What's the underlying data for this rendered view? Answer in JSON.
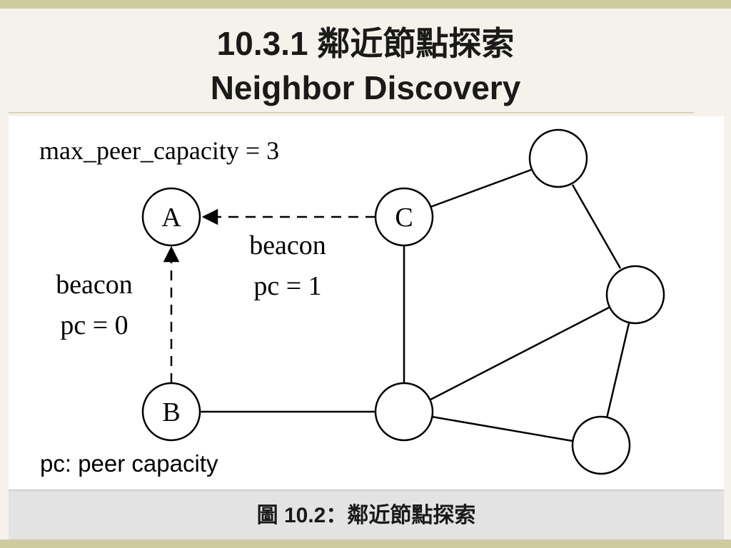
{
  "slide": {
    "title_line1": "10.3.1  鄰近節點探索",
    "title_line2": "Neighbor Discovery"
  },
  "diagram": {
    "max_capacity_label": "max_peer_capacity = 3",
    "nodes": [
      {
        "id": "A",
        "label": "A"
      },
      {
        "id": "B",
        "label": "B"
      },
      {
        "id": "C",
        "label": "C"
      },
      {
        "id": "D",
        "label": ""
      },
      {
        "id": "E",
        "label": ""
      },
      {
        "id": "F",
        "label": ""
      },
      {
        "id": "G",
        "label": ""
      }
    ],
    "edges": [
      {
        "from": "B",
        "to": "D",
        "style": "solid"
      },
      {
        "from": "C",
        "to": "D",
        "style": "solid"
      },
      {
        "from": "C",
        "to": "E",
        "style": "solid"
      },
      {
        "from": "E",
        "to": "F",
        "style": "solid"
      },
      {
        "from": "D",
        "to": "F",
        "style": "solid"
      },
      {
        "from": "F",
        "to": "G",
        "style": "solid"
      },
      {
        "from": "D",
        "to": "G",
        "style": "solid"
      },
      {
        "from": "C",
        "to": "A",
        "style": "dashed-arrow"
      },
      {
        "from": "B",
        "to": "A",
        "style": "dashed-arrow"
      }
    ],
    "beacon_c": {
      "line1": "beacon",
      "line2": "pc = 1"
    },
    "beacon_b": {
      "line1": "beacon",
      "line2": "pc = 0"
    },
    "note": "pc: peer capacity"
  },
  "caption": "圖 10.2：鄰近節點探索"
}
